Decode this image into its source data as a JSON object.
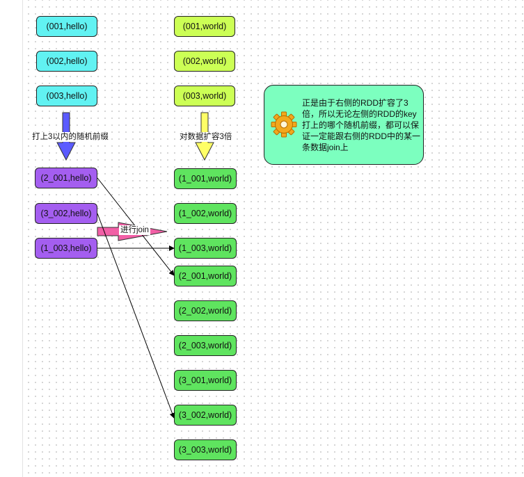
{
  "left_original": [
    "(001,hello)",
    "(002,hello)",
    "(003,hello)"
  ],
  "right_original": [
    "(001,world)",
    "(002,world)",
    "(003,world)"
  ],
  "left_salted": [
    "(2_001,hello)",
    "(3_002,hello)",
    "(1_003,hello)"
  ],
  "right_expanded": [
    "(1_001,world)",
    "(1_002,world)",
    "(1_003,world)",
    "(2_001,world)",
    "(2_002,world)",
    "(2_003,world)",
    "(3_001,world)",
    "(3_002,world)",
    "(3_003,world)"
  ],
  "labels": {
    "left_arrow": "打上3以内的随机前缀",
    "right_arrow": "对数据扩容3倍",
    "join_arrow": "进行join"
  },
  "note": {
    "text": "正是由于右侧的RDD扩容了3倍，所以无论左侧的RDD的key打上的哪个随机前缀，都可以保证一定能跟右侧的RDD中的某一条数据join上",
    "icon": "gear-icon"
  },
  "colors": {
    "cyan": "#61f2f2",
    "lime": "#ccff55",
    "purple": "#a45ef0",
    "green": "#5fe45f",
    "arrow_blue": "#5b5bff",
    "arrow_yellow": "#ffff66",
    "arrow_pink": "#f25fa6",
    "note": "#7cffbf"
  }
}
